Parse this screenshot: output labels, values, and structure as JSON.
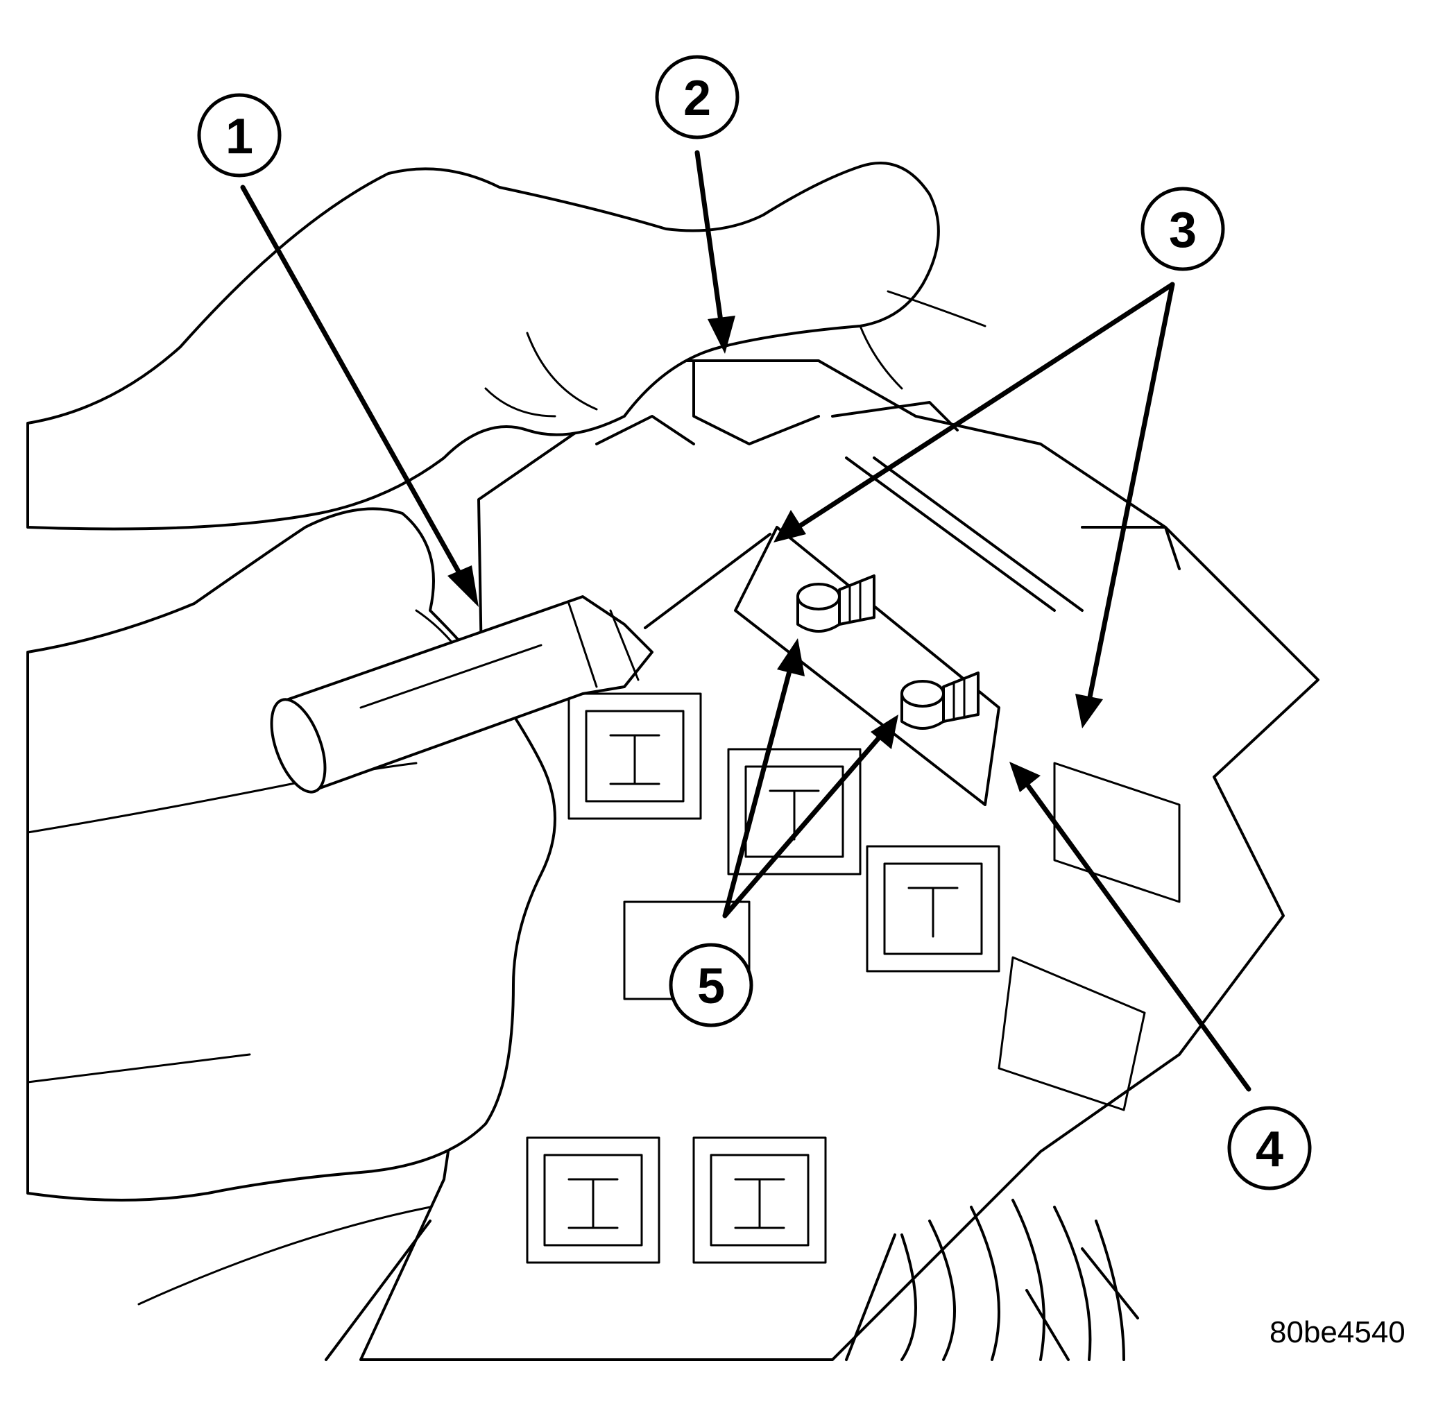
{
  "figure": {
    "id_text": "80be4540",
    "callouts": [
      {
        "label": "1"
      },
      {
        "label": "2"
      },
      {
        "label": "3"
      },
      {
        "label": "4"
      },
      {
        "label": "5"
      }
    ]
  },
  "colors": {
    "ink": "#000000",
    "paper": "#ffffff"
  }
}
